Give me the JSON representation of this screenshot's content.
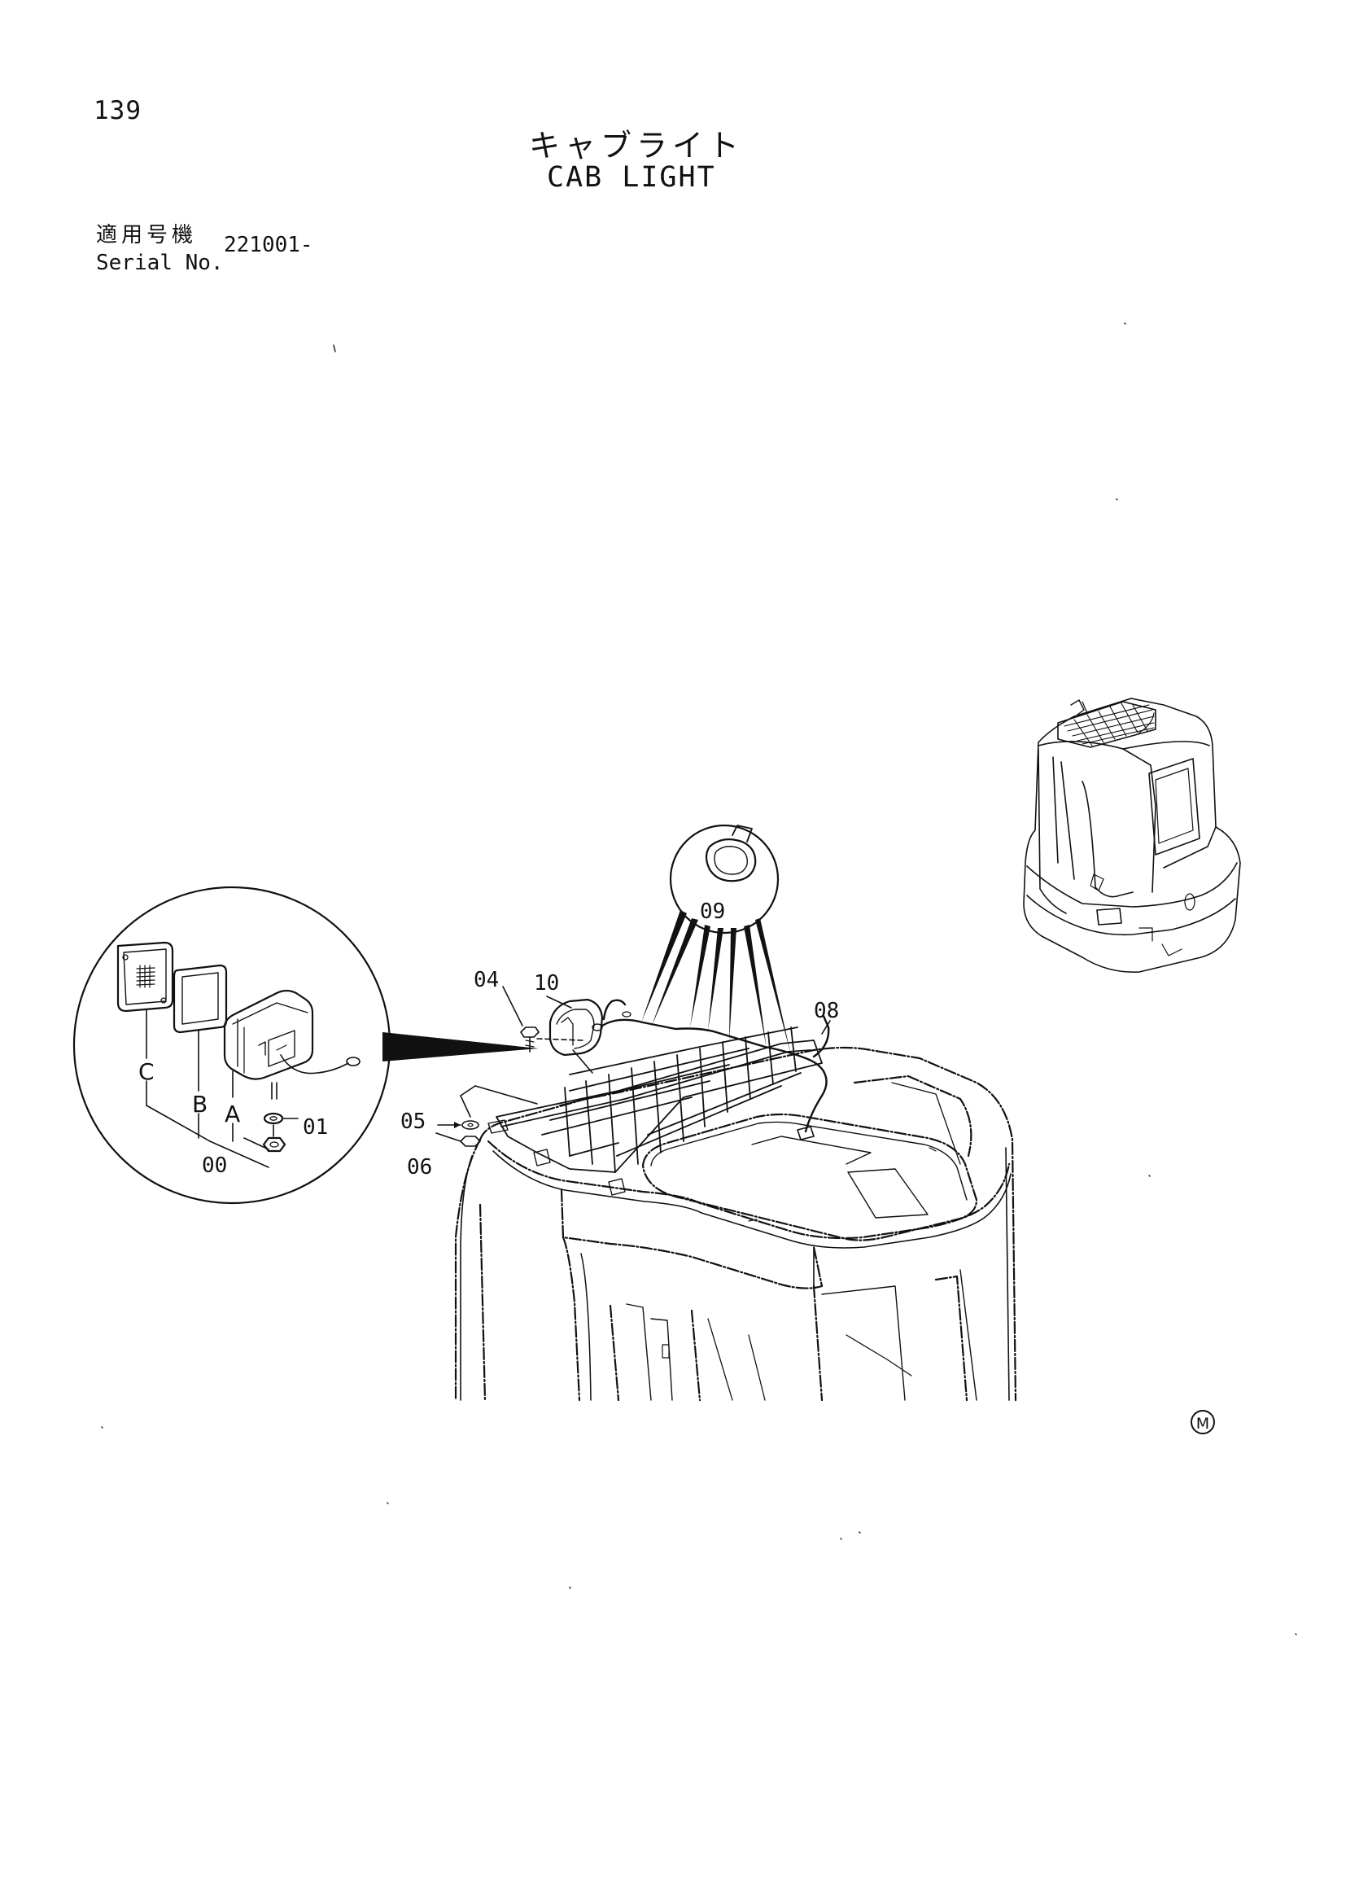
{
  "header": {
    "page_number": "139",
    "title_jp": "キャブライト",
    "title_en": "CAB LIGHT",
    "serial_label_jp": "適用号機",
    "serial_label_en": "Serial No.",
    "serial_value": "221001-"
  },
  "callouts": {
    "c00": "00",
    "c01": "01",
    "c04": "04",
    "c05": "05",
    "c06": "06",
    "c08": "08",
    "c09": "09",
    "c10": "10",
    "cA": "A",
    "cB": "B",
    "cC": "C"
  },
  "footer": {
    "mark": "M"
  }
}
